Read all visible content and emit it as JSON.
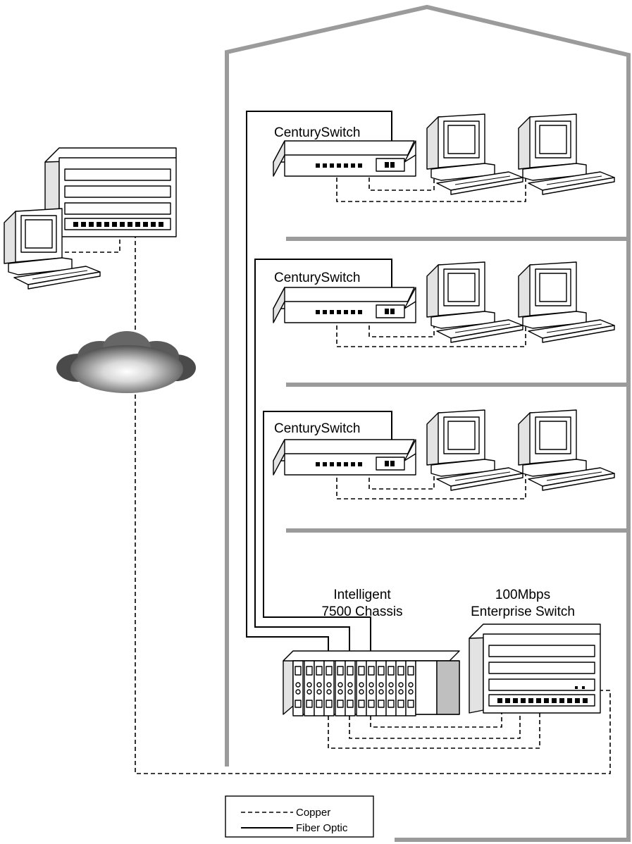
{
  "labels": {
    "switch_floor1": "CenturySwitch",
    "switch_floor2": "CenturySwitch",
    "switch_floor3": "CenturySwitch",
    "chassis_line1": "Intelligent",
    "chassis_line2": "7500 Chassis",
    "enterprise_line1": "100Mbps",
    "enterprise_line2": "Enterprise Switch"
  },
  "legend": {
    "copper": "Copper",
    "fiber": "Fiber Optic"
  },
  "colors": {
    "building": "#9b9b9b",
    "line": "#000000"
  },
  "icons": [
    "workstation-icon",
    "switch-icon",
    "server-icon",
    "cloud-icon",
    "chassis-icon"
  ]
}
